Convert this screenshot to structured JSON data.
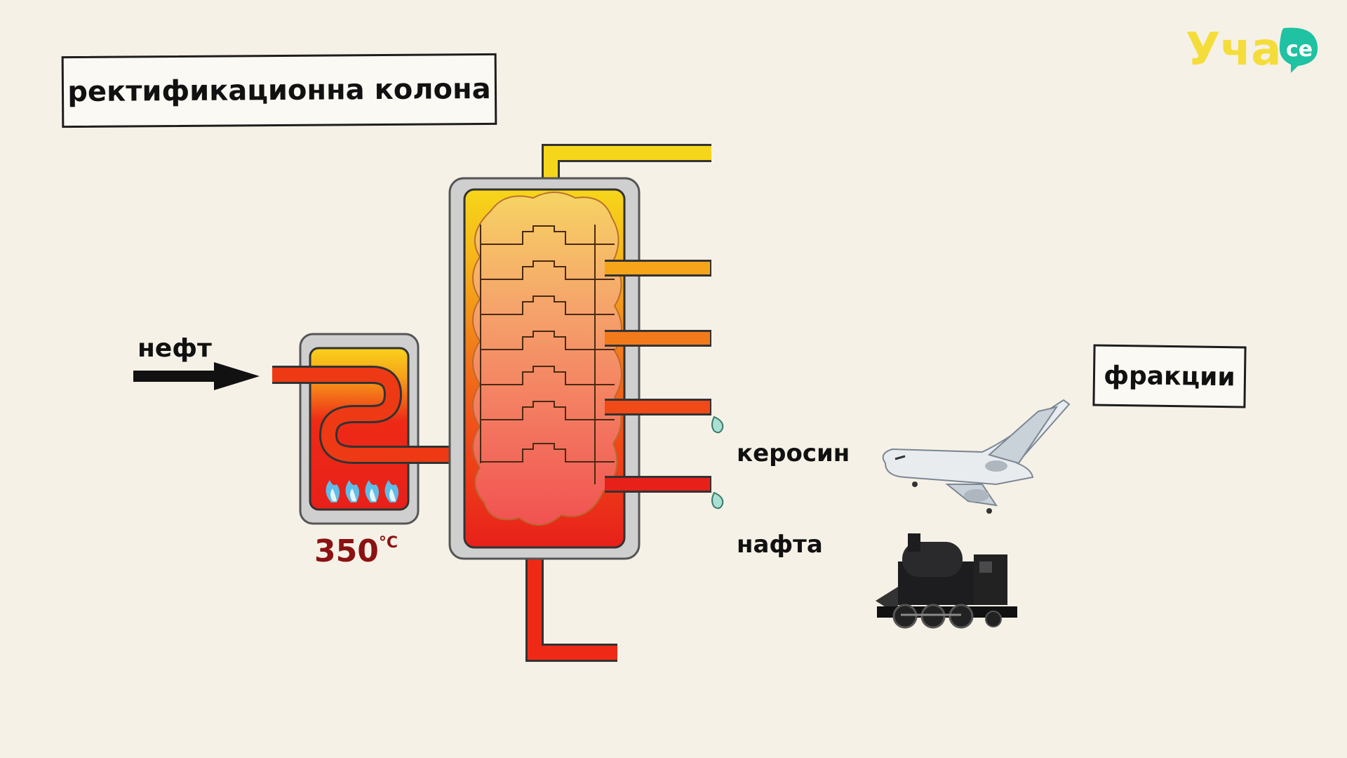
{
  "title": "ректификационна колона",
  "logo": {
    "text": "Уча",
    "badge": "се",
    "color": "#f4dd3b",
    "badge_color": "#1fc2a2"
  },
  "labels": {
    "oil": "нефт",
    "temperature": "350",
    "temperature_unit": "°C",
    "fractions": "фракции",
    "kerosene": "керосин",
    "naphtha": "нафта"
  },
  "icons": [
    "arrow-icon",
    "flame-icon",
    "airplane-icon",
    "locomotive-icon",
    "droplet-icon"
  ],
  "colors": {
    "background": "#f6f1e6",
    "hot": "#e8201a",
    "mid": "#f06a1a",
    "warm": "#f5a21a",
    "cool": "#f6d61a",
    "temperature_text": "#8b1212",
    "casing": "#cfcfcf"
  }
}
